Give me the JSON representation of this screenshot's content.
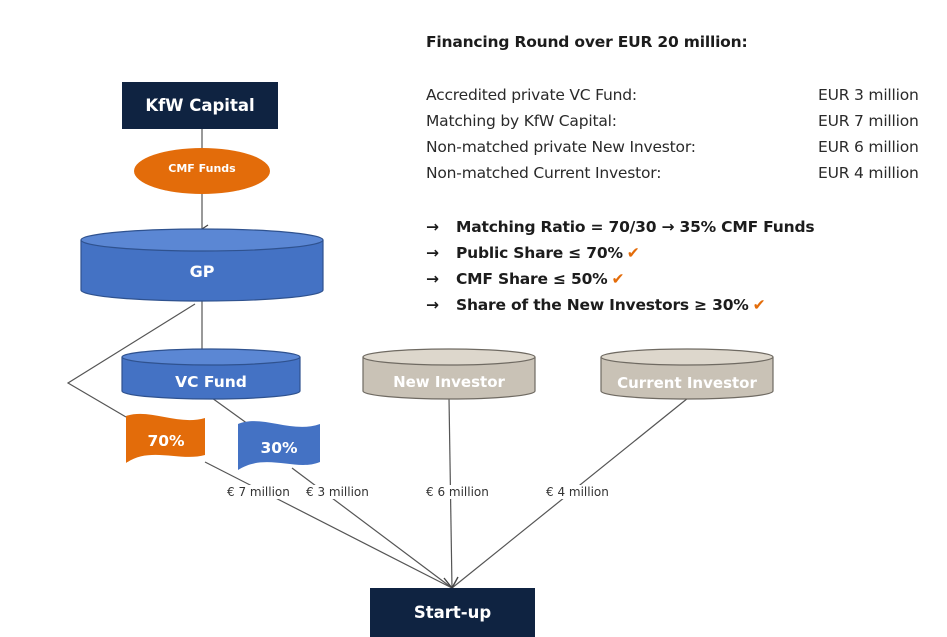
{
  "nodes": {
    "kfw_capital": "KfW Capital",
    "cmf_funds": "CMF Funds",
    "gp": "GP",
    "vc_fund": "VC Fund",
    "new_investor": "New Investor",
    "current_investor": "Current Investor",
    "startup": "Start-up"
  },
  "flags": {
    "public_share": "70%",
    "private_share": "30%"
  },
  "flows": {
    "kfw_matching": "€ 7 million",
    "vc_fund_amount": "€ 3 million",
    "new_investor_amount": "€ 6 million",
    "current_investor_amount": "€ 4 million"
  },
  "summary": {
    "heading": "Financing Round over EUR 20 million:",
    "rows": [
      {
        "label": "Accredited private VC Fund:",
        "amount": "EUR 3 million"
      },
      {
        "label": "Matching by KfW Capital:",
        "amount": "EUR 7 million"
      },
      {
        "label": "Non-matched private New Investor:",
        "amount": "EUR 6 million"
      },
      {
        "label": "Non-matched Current Investor:",
        "amount": "EUR 4 million"
      }
    ],
    "results": [
      {
        "text": "Matching Ratio = 70/30 → 35% CMF Funds",
        "check": ""
      },
      {
        "text": "Public Share ≤ 70%",
        "check": "✔"
      },
      {
        "text": "CMF Share ≤ 50%",
        "check": "✔"
      },
      {
        "text": "Share of the New Investors ≥ 30%",
        "check": "✔"
      }
    ],
    "result_arrow": "→"
  },
  "colors": {
    "navy": "#0f2341",
    "orange": "#e36c0a",
    "blue": "#4472c4",
    "grey": "#c9c2b6"
  }
}
